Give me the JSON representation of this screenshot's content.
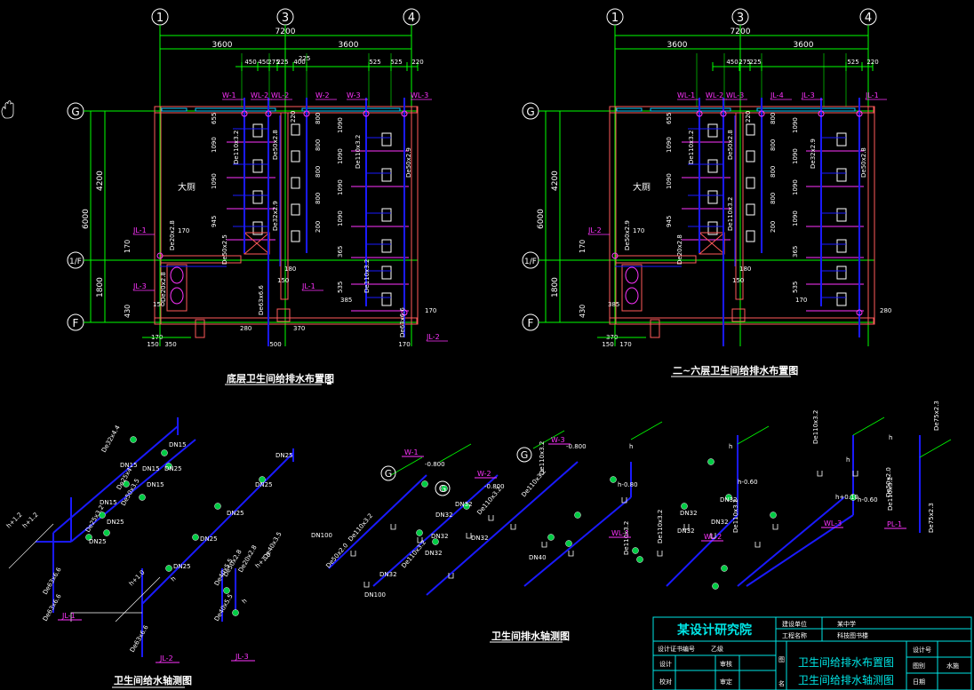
{
  "colors": {
    "background": "#000000",
    "grid": "#00ff00",
    "wall": "#ff5a5a",
    "dim": "#ffffff",
    "pipe": "#1a1aff",
    "tag": "#ff33ff",
    "titleblock": "#00e5e5"
  },
  "axes": {
    "a1": "1",
    "a3": "3",
    "a4": "4",
    "g": "G",
    "f": "F",
    "f17": "1/F"
  },
  "plan1": {
    "title": "底层卫生间给排水布置图",
    "top_total": "7200",
    "top_half_l": "3600",
    "top_half_r": "3600",
    "dims_top": [
      "450",
      "450",
      "275",
      "225",
      "400",
      "525",
      "525",
      "220"
    ],
    "left_total": "6000",
    "left_upper": "4200",
    "left_lower": "1800",
    "room": "大厕",
    "left_small": [
      "170",
      "430"
    ],
    "bottom_dims": [
      "150",
      "350",
      "500",
      "170"
    ],
    "col_dims": [
      "655",
      "1090",
      "1090",
      "945",
      "800",
      "800",
      "800",
      "800",
      "200",
      "1090",
      "1090",
      "1090",
      "1090",
      "365",
      "535",
      "220"
    ],
    "pipe_labels": [
      "De110x3.2",
      "De50x2.8",
      "De110x3.2",
      "De50x2.9",
      "De32x2.9",
      "De20x2.8",
      "De50x2.5",
      "De63x6.6",
      "De20x2.8",
      "De63x6.6",
      "De110x3.2"
    ],
    "tags": [
      "W-1",
      "WL-2",
      "WL-2",
      "W-2",
      "W-3",
      "WL-3",
      "JL-1",
      "JL-3",
      "JL-1",
      "JL-2"
    ],
    "misc_dims": [
      "170",
      "180",
      "150",
      "150",
      "385",
      "170",
      "170",
      "280",
      "370",
      "225"
    ]
  },
  "plan2": {
    "title": "二~六层卫生间给排水布置图",
    "top_total": "7200",
    "top_half_l": "3600",
    "top_half_r": "3600",
    "dims_top": [
      "450",
      "275",
      "225",
      "525",
      "220"
    ],
    "left_total": "6000",
    "left_upper": "4200",
    "left_lower": "1800",
    "room": "大厕",
    "left_small": [
      "170",
      "430"
    ],
    "bottom_dims": [
      "150",
      "170"
    ],
    "col_dims": [
      "655",
      "1090",
      "1090",
      "945",
      "800",
      "800",
      "800",
      "800",
      "200",
      "1090",
      "1090",
      "1090",
      "1090",
      "365",
      "535",
      "220"
    ],
    "pipe_labels": [
      "De110x3.2",
      "De50x2.8",
      "De32x2.9",
      "De50x2.8",
      "De110x3.2",
      "De50x2.9",
      "De20x2.8"
    ],
    "tags": [
      "WL-1",
      "WL-2",
      "WL-3",
      "JL-4",
      "JL-3",
      "JL-1",
      "JL-2"
    ],
    "misc_dims": [
      "170",
      "180",
      "150",
      "385",
      "170",
      "280",
      "370"
    ]
  },
  "supply_iso": {
    "title": "卫生间给水轴测图",
    "labels": [
      "h+1.2",
      "DN15",
      "DN15",
      "DN15",
      "DN25",
      "DN15",
      "DN15",
      "DN25",
      "DN25",
      "DN25",
      "DN25",
      "DN25",
      "DN25",
      "DN25",
      "h+1.2",
      "De63x6.6",
      "De63x6.6",
      "De63x6.6",
      "De32x4.4",
      "De25x4",
      "De50x3.5",
      "De50x2.8",
      "De25x3.2",
      "h+1.0",
      "h+1.0",
      "h",
      "h",
      "De40x5.5",
      "De20x2.8",
      "De40x5.5",
      "De40x3.5"
    ],
    "tags": [
      "JL-1",
      "JL-2",
      "JL-3"
    ]
  },
  "drain_iso": {
    "title": "卫生间排水轴测图",
    "labels": [
      "DN100",
      "De50x2.0",
      "De110x3.2",
      "-0.800",
      "DN32",
      "DN32",
      "DN32",
      "DN32",
      "DN100",
      "De110x3.2",
      "De110x3.2",
      "-0.800",
      "DN32",
      "DN32",
      "DN40",
      "De110x3.2",
      "-0.800",
      "De110x3.2",
      "h",
      "h-0.80",
      "DN32",
      "DN32",
      "De110x3.2",
      "De110x3.2",
      "h",
      "h-0.60",
      "DN32",
      "DN32",
      "De110x3.2",
      "De110x3.2",
      "h",
      "h+0.10",
      "h-0.60",
      "De110x3.2",
      "De50x2.0",
      "De75x2.3",
      "h",
      "De75x2.3"
    ],
    "tags": [
      "W-1",
      "W-2",
      "W-3",
      "WL-1",
      "WL-2",
      "WL-3",
      "PL-1"
    ],
    "circles": [
      "G",
      "G",
      "G"
    ]
  },
  "titleblock": {
    "org": "某设计研究院",
    "cert_label": "设计证书编号",
    "cert_value": "乙级",
    "client_label": "建设单位",
    "client_value": "某中学",
    "project_label": "工程名称",
    "project_value": "科技图书楼",
    "design_label": "设计",
    "check_label": "审核",
    "verify_label": "校对",
    "approve_label": "审定",
    "fig_label": "图",
    "name_label": "名",
    "drawing_title_1": "卫生间给排水布置图",
    "drawing_title_2": "卫生间给排水轴测图",
    "design_no_label": "设计号",
    "fig_no_label": "图别",
    "fig_no_value": "水施",
    "date_label": "日期"
  }
}
